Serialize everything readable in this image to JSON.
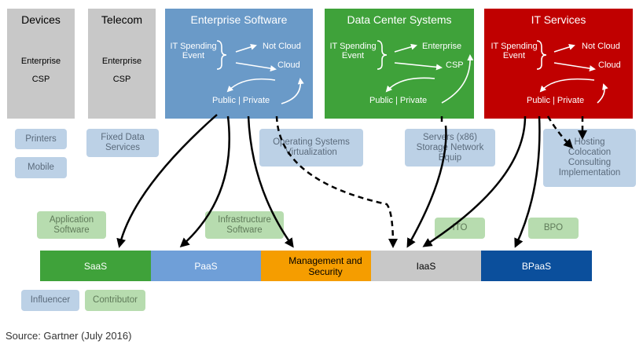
{
  "colors": {
    "grey": "#c8c8c8",
    "enterprise_blue": "#6a9ac8",
    "dc_green": "#3fa23a",
    "it_red": "#c00000",
    "saas": "#3fa23a",
    "paas": "#6f9fd8",
    "mgmt": "#f59d00",
    "iaas": "#c8c8c8",
    "bpaas": "#0b4f9c"
  },
  "top": {
    "devices": {
      "title": "Devices",
      "line1": "Enterprise",
      "line2": "CSP"
    },
    "telecom": {
      "title": "Telecom",
      "line1": "Enterprise",
      "line2": "CSP"
    },
    "enterprise_software": {
      "title": "Enterprise Software",
      "it_label": "IT Spending Event",
      "cloud1": "Not Cloud",
      "cloud2": "Cloud",
      "public_private": "Public | Private"
    },
    "data_center": {
      "title": "Data Center Systems",
      "it_label": "IT Spending Event",
      "cloud1": "Enterprise",
      "cloud2": "CSP",
      "public_private": "Public | Private"
    },
    "it_services": {
      "title": "IT Services",
      "it_label": "IT Spending Event",
      "cloud1": "Not Cloud",
      "cloud2": "Cloud",
      "public_private": "Public | Private"
    }
  },
  "side_boxes": {
    "printers": "Printers",
    "mobile": "Mobile",
    "fixed_data": "Fixed Data Services",
    "os_virt": "Operating Systems Virtualization",
    "servers": "Servers (x86) Storage Network Equip",
    "hosting": "Hosting Colocation Consulting Implementation",
    "app_software": "Application Software",
    "infra_software": "Infrastructure Software",
    "ito": "ITO",
    "bpo": "BPO"
  },
  "bar": {
    "saas": "SaaS",
    "paas": "PaaS",
    "mgmt": "Management and Security",
    "iaas": "IaaS",
    "bpaas": "BPaaS"
  },
  "legend": {
    "influencer": "Influencer",
    "contributor": "Contributor"
  },
  "source": "Source: Gartner (July 2016)"
}
